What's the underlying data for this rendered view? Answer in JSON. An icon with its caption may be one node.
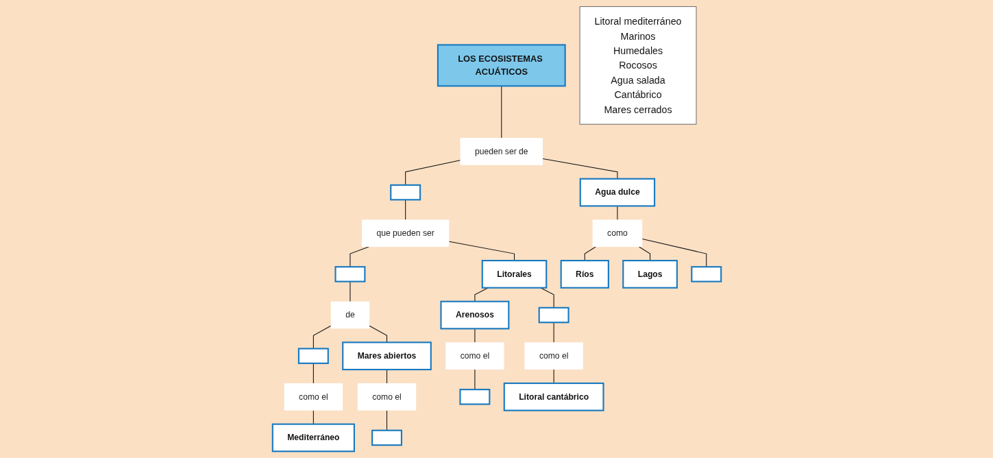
{
  "diagram": {
    "nodes": [
      {
        "text": [
          "LOS ECOSISTEMAS ACUÁTICOS"
        ]
      },
      {
        "text": [
          "pueden ser de"
        ]
      },
      {
        "text": [],
        "shape": "box"
      },
      {
        "text": [
          "Agua dulce"
        ]
      },
      {
        "text": [
          "que pueden ser"
        ]
      },
      {
        "text": [
          "como"
        ]
      },
      {
        "text": [
          "Litorales"
        ]
      },
      {
        "text": [],
        "shape": "box"
      },
      {
        "text": [
          "Ríos"
        ]
      },
      {
        "text": [
          "Lagos"
        ]
      },
      {
        "text": [],
        "shape": "box"
      },
      {
        "text": [
          "Arenosos"
        ]
      },
      {
        "text": [],
        "shape": "box"
      },
      {
        "text": [],
        "shape": "box"
      },
      {
        "text": [
          "como el"
        ]
      },
      {
        "text": [
          "Mediterráneo"
        ]
      },
      {
        "text": [
          "de"
        ]
      },
      {
        "text": [
          "como el"
        ]
      },
      {
        "text": [
          "como el"
        ]
      },
      {
        "text": [
          "Mares abiertos"
        ]
      },
      {
        "text": [
          "como el"
        ]
      },
      {
        "text": [],
        "shape": "box"
      },
      {
        "text": [],
        "shape": "box"
      },
      {
        "text": [
          "Litoral cantábrico"
        ]
      },
      {
        "text": [
          "Litoral mediterráneo",
          "Marinos",
          "Humedales",
          "Rocosos",
          "Agua salada",
          "Cantábrico",
          "Mares cerrados"
        ]
      }
    ],
    "edges": [
      {
        "from": 0,
        "to": 1,
        "arrow": "none"
      },
      {
        "from": 1,
        "to": 2,
        "arrow": "none"
      },
      {
        "from": 1,
        "to": 3,
        "arrow": "none"
      },
      {
        "from": 2,
        "to": 4,
        "arrow": "none"
      },
      {
        "from": 4,
        "to": 6,
        "arrow": "none"
      },
      {
        "from": 4,
        "to": 7,
        "arrow": "none"
      },
      {
        "from": 3,
        "to": 5,
        "arrow": "none"
      },
      {
        "from": 5,
        "to": 8,
        "arrow": "none"
      },
      {
        "from": 5,
        "to": 9,
        "arrow": "none"
      },
      {
        "from": 5,
        "to": 10,
        "arrow": "none"
      },
      {
        "from": 6,
        "to": 11,
        "arrow": "none"
      },
      {
        "from": 6,
        "to": 12,
        "arrow": "none"
      },
      {
        "from": 7,
        "to": 16,
        "arrow": "none"
      },
      {
        "from": 16,
        "to": 13,
        "arrow": "none"
      },
      {
        "from": 16,
        "to": 19,
        "arrow": "none"
      },
      {
        "from": 13,
        "to": 14,
        "arrow": "none"
      },
      {
        "from": 14,
        "to": 15,
        "arrow": "none"
      },
      {
        "from": 19,
        "to": 20,
        "arrow": "none"
      },
      {
        "from": 20,
        "to": 21,
        "arrow": "none"
      },
      {
        "from": 11,
        "to": 17,
        "arrow": "none"
      },
      {
        "from": 17,
        "to": 22,
        "arrow": "none"
      },
      {
        "from": 12,
        "to": 18,
        "arrow": "none"
      },
      {
        "from": 18,
        "to": 23,
        "arrow": "none"
      }
    ]
  }
}
